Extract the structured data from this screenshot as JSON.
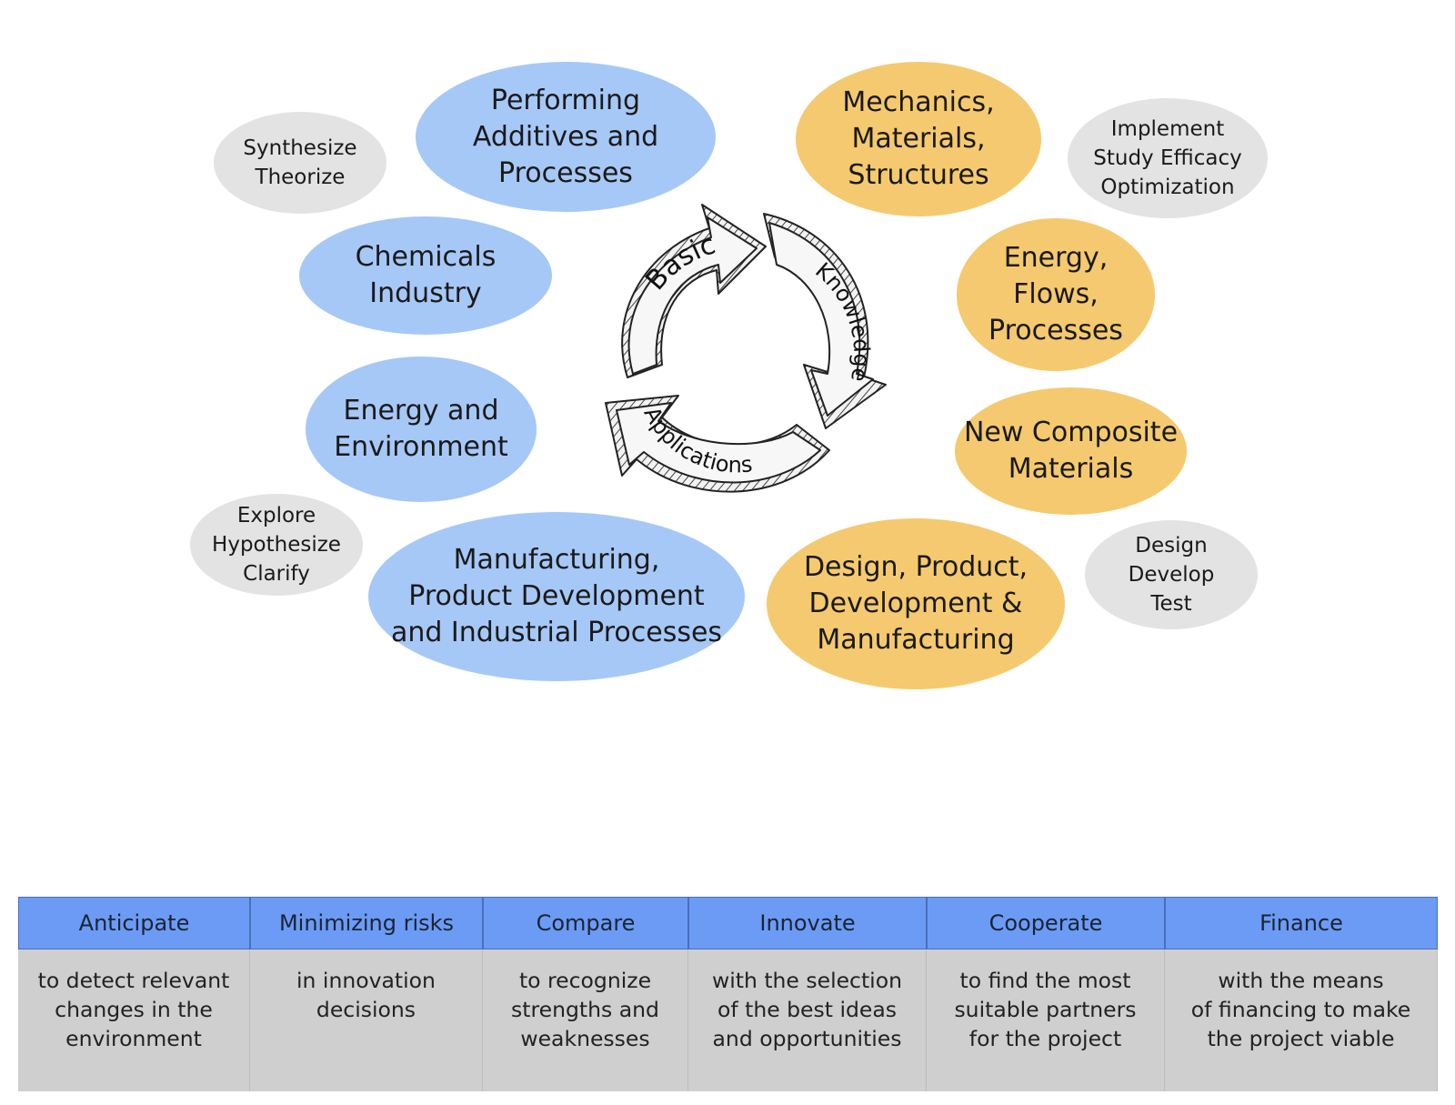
{
  "blue_topics": [
    "Performing\nAdditives and\nProcesses",
    "Chemicals\nIndustry",
    "Energy and\nEnvironment",
    "Manufacturing,\nProduct Development\nand Industrial Processes"
  ],
  "orange_topics": [
    "Mechanics,\nMaterials,\nStructures",
    "Energy,\nFlows,\nProcesses",
    "New Composite\nMaterials",
    "Design, Product,\nDevelopment &\nManufacturing"
  ],
  "activities": [
    "Synthesize\nTheorize",
    "Explore\nHypothesize\nClarify",
    "Implement\nStudy Efficacy\nOptimization",
    "Design\nDevelop\nTest"
  ],
  "cycle": {
    "labels": [
      "Basic",
      "Knowledge",
      "Applications"
    ]
  },
  "table": {
    "columns": [
      {
        "header": "Anticipate",
        "body": "to detect relevant\nchanges in the\nenvironment"
      },
      {
        "header": "Minimizing risks",
        "body": "in innovation\ndecisions"
      },
      {
        "header": "Compare",
        "body": "to recognize\nstrengths and\nweaknesses"
      },
      {
        "header": "Innovate",
        "body": "with the selection\nof the best ideas\nand opportunities"
      },
      {
        "header": "Cooperate",
        "body": "to find the most\nsuitable partners\nfor the project"
      },
      {
        "header": "Finance",
        "body": "with the means\nof financing to make\nthe project viable"
      }
    ]
  }
}
